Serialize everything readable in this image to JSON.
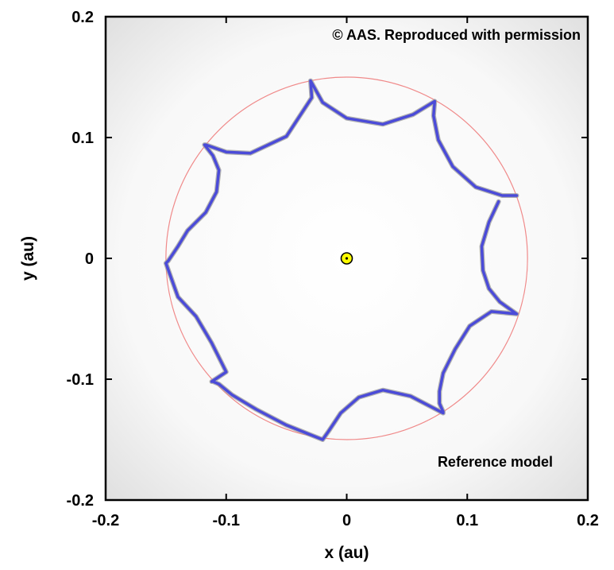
{
  "chart_data": {
    "type": "line",
    "xlabel": "x (au)",
    "ylabel": "y (au)",
    "xlim": [
      -0.2,
      0.2
    ],
    "ylim": [
      -0.2,
      0.2
    ],
    "xticks": [
      -0.2,
      -0.1,
      0,
      0.1,
      0.2
    ],
    "yticks": [
      -0.2,
      -0.1,
      0,
      0.1,
      0.2
    ],
    "xtick_labels": [
      "-0.2",
      "-0.1",
      "0",
      "0.1",
      "0.2"
    ],
    "ytick_labels": [
      "-0.2",
      "-0.1",
      "0",
      "0.1",
      "0.2"
    ],
    "grid": false,
    "copyright": "© AAS. Reproduced with permission",
    "annotation": "Reference model",
    "colors": {
      "trajectory": "#4b4bd8",
      "reference_circle": "#f08a8a",
      "star": "#ffff00",
      "background": "#f3f3f3"
    },
    "reference_circle": {
      "center": [
        0,
        0
      ],
      "radius": 0.15
    },
    "star": {
      "x": 0,
      "y": 0
    },
    "series": [
      {
        "x": [
          0.126,
          0.118,
          0.112,
          0.113,
          0.118,
          0.127,
          0.141,
          0.12,
          0.102,
          0.09,
          0.08,
          0.077,
          0.077,
          0.08,
          0.08,
          0.053,
          0.03,
          0.01,
          -0.005,
          -0.015,
          -0.02,
          -0.02,
          -0.05,
          -0.075,
          -0.095,
          -0.106,
          -0.111,
          -0.112,
          -0.1,
          -0.112,
          -0.125,
          -0.14,
          -0.15,
          -0.148,
          -0.14,
          -0.132,
          -0.117,
          -0.108,
          -0.106,
          -0.111,
          -0.118,
          -0.117,
          -0.1,
          -0.08,
          -0.05,
          -0.029,
          -0.03,
          -0.02,
          0.0,
          0.03,
          0.055,
          0.073,
          0.073,
          0.072,
          0.076,
          0.088,
          0.107,
          0.129,
          0.141
        ],
        "y": [
          0.047,
          0.03,
          0.01,
          -0.01,
          -0.025,
          -0.036,
          -0.046,
          -0.044,
          -0.056,
          -0.075,
          -0.095,
          -0.11,
          -0.12,
          -0.127,
          -0.128,
          -0.114,
          -0.109,
          -0.115,
          -0.128,
          -0.143,
          -0.15,
          -0.15,
          -0.138,
          -0.125,
          -0.113,
          -0.104,
          -0.102,
          -0.102,
          -0.094,
          -0.07,
          -0.048,
          -0.032,
          -0.004,
          -0.002,
          0.01,
          0.023,
          0.038,
          0.055,
          0.073,
          0.085,
          0.094,
          0.094,
          0.088,
          0.087,
          0.101,
          0.133,
          0.147,
          0.129,
          0.116,
          0.111,
          0.119,
          0.13,
          0.13,
          0.118,
          0.098,
          0.076,
          0.059,
          0.052,
          0.052
        ]
      }
    ]
  }
}
